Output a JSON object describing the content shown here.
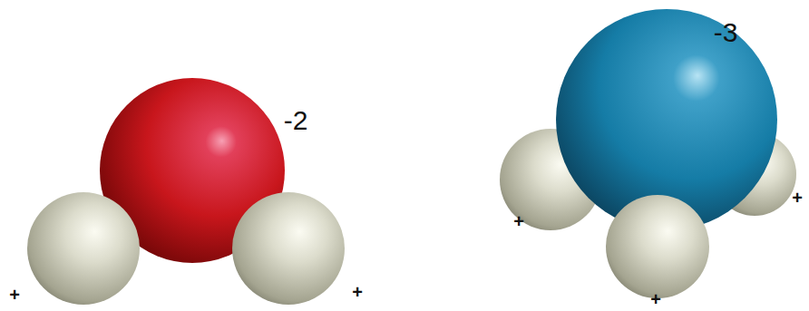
{
  "diagram": {
    "labels": [
      "-2",
      "+",
      "+",
      "-3",
      "+",
      "+",
      "+"
    ]
  }
}
